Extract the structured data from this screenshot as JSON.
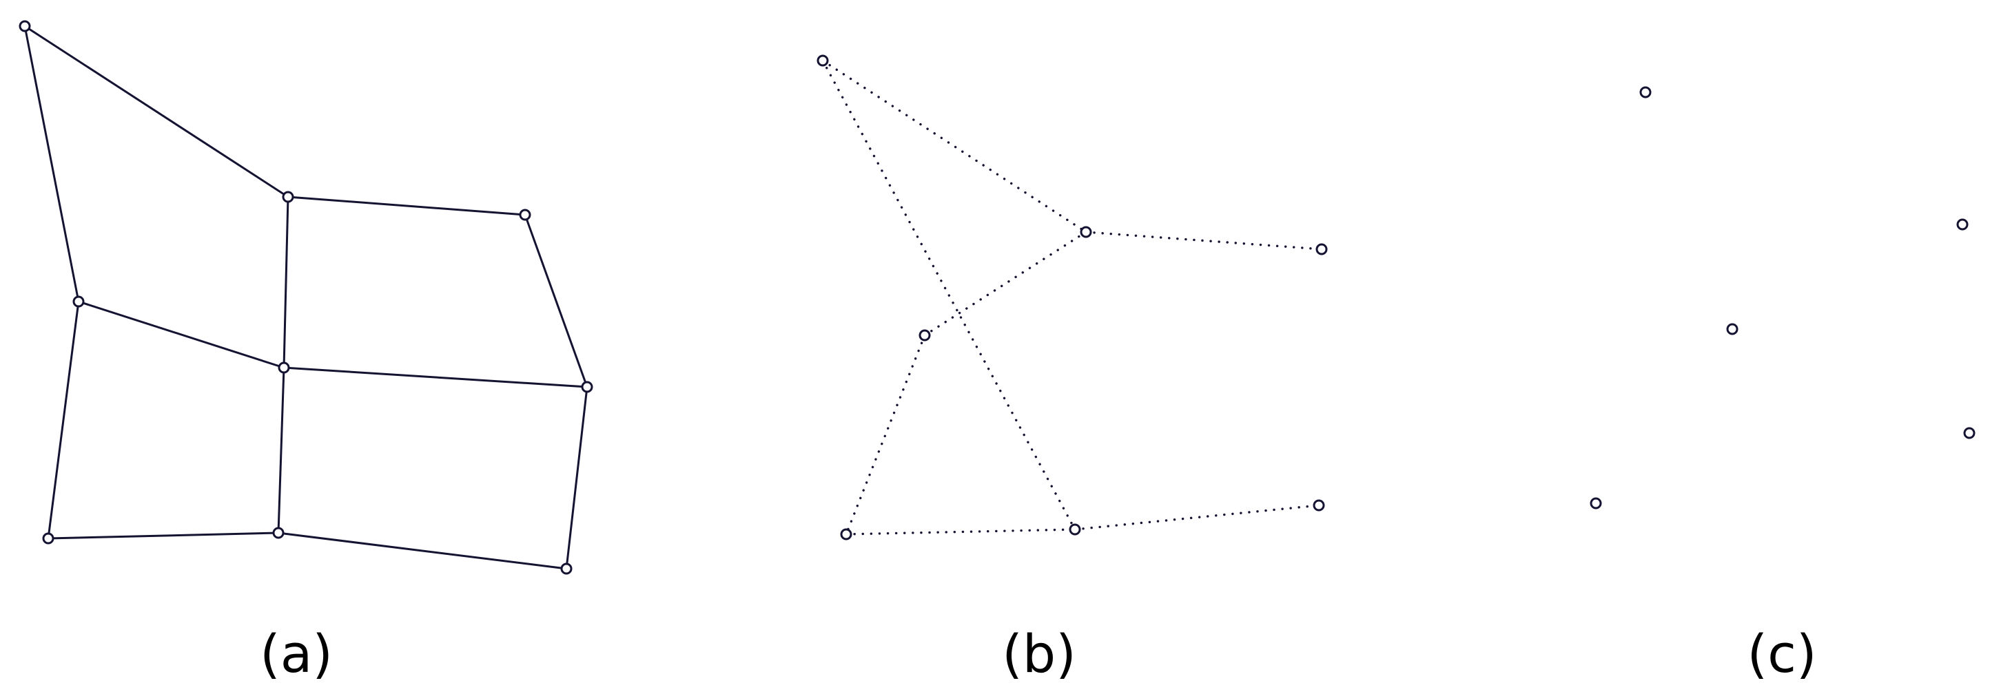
{
  "colors": {
    "stroke": "#141432",
    "node_fill": "#ffffff",
    "caption": "#000000"
  },
  "panels": [
    {
      "id": "a",
      "caption": "(a)",
      "edge_style": "solid",
      "nodes": [
        "n1",
        "n2",
        "n3",
        "n4",
        "n5",
        "n6",
        "n7",
        "n8",
        "n9",
        "n10"
      ],
      "edges": [
        [
          "n1",
          "n2"
        ],
        [
          "n1",
          "n4"
        ],
        [
          "n2",
          "n3"
        ],
        [
          "n2",
          "n5"
        ],
        [
          "n3",
          "n6"
        ],
        [
          "n4",
          "n5"
        ],
        [
          "n4",
          "n7"
        ],
        [
          "n5",
          "n6"
        ],
        [
          "n5",
          "n8"
        ],
        [
          "n6",
          "n9"
        ],
        [
          "n7",
          "n8"
        ],
        [
          "n8",
          "n9"
        ]
      ]
    },
    {
      "id": "b",
      "caption": "(b)",
      "edge_style": "dotted",
      "nodes": [
        "n1",
        "n2",
        "n3",
        "n4",
        "n5",
        "n6",
        "n7"
      ],
      "edges": [
        [
          "n1",
          "n2"
        ],
        [
          "n1",
          "n6"
        ],
        [
          "n2",
          "n3"
        ],
        [
          "n2",
          "n4"
        ],
        [
          "n4",
          "n5"
        ],
        [
          "n5",
          "n6"
        ],
        [
          "n6",
          "n7"
        ]
      ]
    },
    {
      "id": "c",
      "caption": "(c)",
      "edge_style": "none",
      "nodes": [
        "n1",
        "n2",
        "n3",
        "n4",
        "n5"
      ],
      "edges": []
    }
  ]
}
